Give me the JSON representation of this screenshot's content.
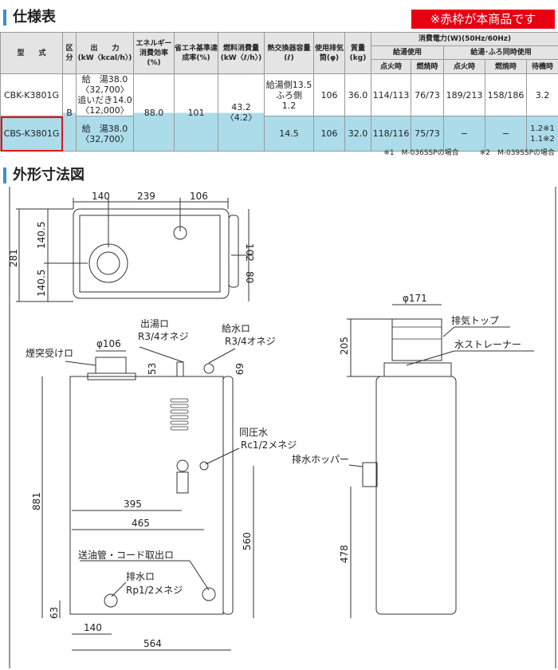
{
  "spec_section": {
    "title": "仕様表",
    "badge": "※赤枠が本商品です"
  },
  "table": {
    "headers": {
      "model": "型　　式",
      "category": "区分",
      "output": "出　　力\n(kW〈kcal/h〉)",
      "efficiency": "エネルギー消費効率(%)",
      "achievement": "省エネ基準達成率(%)",
      "fuel": "燃料消費量(kW〈ℓ/h〉)",
      "heat_exchanger": "熱交換器容量(ℓ)",
      "flue": "使用排気筒(φ)",
      "mass": "質量(kg)",
      "power": "消費電力(W)(50Hz/60Hz)",
      "hot_water_use": "給湯使用",
      "combined_use": "給湯･ふろ同時使用",
      "ignition": "点火時",
      "combustion": "燃焼時",
      "standby": "待機時"
    },
    "rows": [
      {
        "model": "CBK-K3801G",
        "output_1": "給　湯38.0",
        "output_2": "〈32,700〉",
        "output_3": "追いだき14.0",
        "output_4": "〈12,000〉",
        "hx_1": "給湯側13.5",
        "hx_2": "ふろ側　1.2",
        "flue": "106",
        "mass": "36.0",
        "hw_ignition": "114/113",
        "hw_combustion": "76/73",
        "cb_ignition": "189/213",
        "cb_combustion": "158/186",
        "standby": "3.2",
        "selected": false
      },
      {
        "model": "CBS-K3801G",
        "output_1": "給　湯38.0",
        "output_2": "〈32,700〉",
        "hx_1": "14.5",
        "flue": "106",
        "mass": "32.0",
        "hw_ignition": "118/116",
        "hw_combustion": "75/73",
        "cb_ignition": "−",
        "cb_combustion": "−",
        "standby_1": "1.2※1",
        "standby_2": "1.1※2",
        "selected": true
      }
    ],
    "shared": {
      "category": "B",
      "efficiency": "88.0",
      "achievement": "101",
      "fuel_1": "43.2",
      "fuel_2": "〈4.2〉"
    },
    "notes": [
      "※1　M-036SSPの場合",
      "※2　M-039SSPの場合"
    ]
  },
  "drawing_section": {
    "title": "外形寸法図",
    "top_view": {
      "d140": "140",
      "d239": "239",
      "d106": "106",
      "d281": "281",
      "d140_5a": "140.5",
      "d140_5b": "140.5",
      "d102": "102",
      "d80": "80"
    },
    "front_view": {
      "flue_dia": "φ106",
      "flue_label": "煙突受けロ",
      "hot_outlet": "出湯ロ",
      "hot_outlet_thread": "R3/4オネジ",
      "water_inlet": "給水ロ",
      "water_inlet_thread": "R3/4オネジ",
      "d53": "53",
      "d69": "69",
      "pressure_water": "同圧水",
      "pressure_water_thread": "Rc1/2メネジ",
      "d881": "881",
      "d395": "395",
      "d465": "465",
      "d560": "560",
      "oil_pipe": "送油管・コード取出ロ",
      "drain": "排水ロ",
      "drain_thread": "Rp1/2メネジ",
      "d63": "63",
      "d140": "140",
      "d564": "564"
    },
    "side_view": {
      "d171": "φ171",
      "exhaust_top": "排気トップ",
      "strainer": "水ストレーナー",
      "drain_hopper": "排水ホッパー",
      "d205": "205",
      "d478": "478"
    }
  },
  "colors": {
    "accent": "#3a8fd0",
    "selected_border": "#e0141e",
    "highlight_row": "#acdcea",
    "badge": "#e60012"
  }
}
